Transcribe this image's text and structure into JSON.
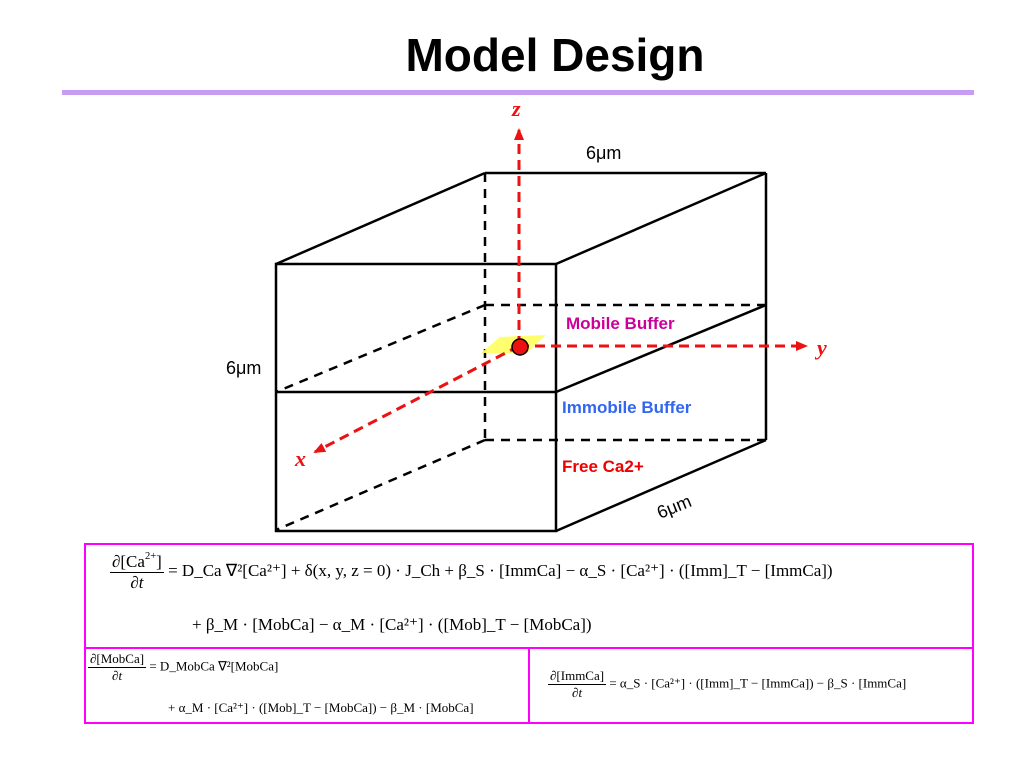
{
  "title": "Model Design",
  "axes": {
    "z": "z",
    "y": "y",
    "x": "x"
  },
  "dimensions": {
    "top": "6μm",
    "left": "6μm",
    "bottom": "6μm"
  },
  "layers": {
    "mobile": {
      "label": "Mobile Buffer",
      "color": "#cc0099"
    },
    "immobile": {
      "label": "Immobile Buffer",
      "color": "#3366ee"
    },
    "free": {
      "label": "Free Ca2+",
      "color": "#ee0000"
    }
  },
  "colors": {
    "axis": "#ee1111",
    "box_border": "#ff00ff",
    "rule": "#c79cf2",
    "source_glow": "#ffff66"
  },
  "equations": {
    "ca_lhs_num": "∂[Ca",
    "ca_lhs_sup": "2+",
    "ca_lhs_den": "∂t",
    "ca_line1_rhs": "= D_Ca ∇²[Ca²⁺] + δ(x, y, z = 0) · J_Ch + β_S · [ImmCa] − α_S · [Ca²⁺] · ([Imm]_T − [ImmCa])",
    "ca_line2": "+ β_M · [MobCa] − α_M · [Ca²⁺] · ([Mob]_T − [MobCa])",
    "mob_lhs_num": "∂[MobCa]",
    "mob_lhs_den": "∂t",
    "mob_line1_rhs": "= D_MobCa ∇²[MobCa]",
    "mob_line2": "+ α_M · [Ca²⁺] · ([Mob]_T − [MobCa]) − β_M · [MobCa]",
    "imm_lhs_num": "∂[ImmCa]",
    "imm_lhs_den": "∂t",
    "imm_rhs": "= α_S · [Ca²⁺] · ([Imm]_T − [ImmCa]) − β_S · [ImmCa]"
  }
}
